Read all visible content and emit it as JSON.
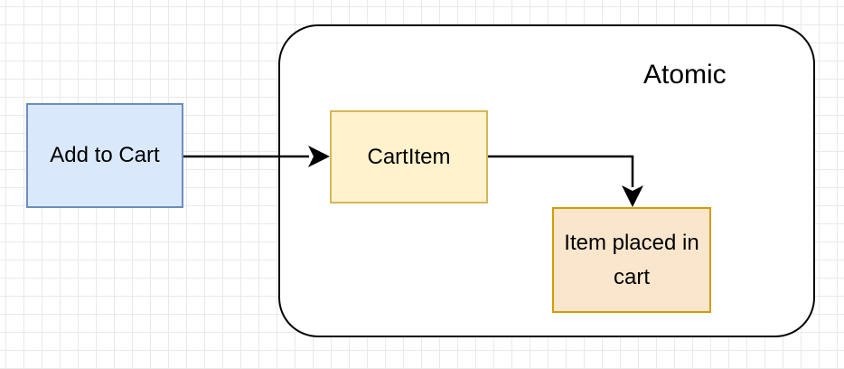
{
  "diagram": {
    "container": {
      "label": "Atomic"
    },
    "nodes": [
      {
        "id": "add-to-cart",
        "text": "Add to Cart",
        "fill": "#dae8fc",
        "stroke": "#6c8ebf"
      },
      {
        "id": "cart-item",
        "text": "CartItem",
        "fill": "#fff2cc",
        "stroke": "#d6b656"
      },
      {
        "id": "item-placed",
        "text": "Item placed in cart",
        "fill": "#fae6cc",
        "stroke": "#d79b00"
      }
    ],
    "edges": [
      {
        "from": "add-to-cart",
        "to": "cart-item"
      },
      {
        "from": "cart-item",
        "to": "item-placed"
      }
    ]
  }
}
